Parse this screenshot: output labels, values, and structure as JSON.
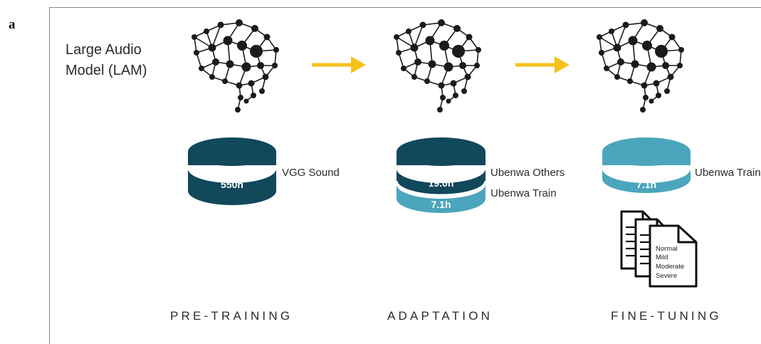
{
  "panel_letter": "a",
  "model_label": [
    "Large Audio",
    "Model (LAM)"
  ],
  "colors": {
    "dark_teal": "#11485a",
    "light_teal": "#4ba5bc",
    "arrow": "#f6c21c",
    "brain": "#1b1b1b"
  },
  "icons": [
    "brain-network-icon",
    "database-cylinder-icon",
    "document-stack-icon",
    "arrow-right-icon"
  ],
  "stages": [
    {
      "name": "PRE-TRAINING",
      "datasets": [
        {
          "hours": "550h",
          "label": "VGG Sound",
          "color": "dark"
        }
      ]
    },
    {
      "name": "ADAPTATION",
      "datasets": [
        {
          "hours": "19.0h",
          "label": "Ubenwa Others",
          "color": "dark"
        },
        {
          "hours": "7.1h",
          "label": "Ubenwa Train",
          "color": "light"
        }
      ]
    },
    {
      "name": "FINE-TUNING",
      "datasets": [
        {
          "hours": "7.1h",
          "label": "Ubenwa Train",
          "color": "light"
        }
      ],
      "document_classes": [
        "Normal",
        "Mild",
        "Moderate",
        "Severe"
      ]
    }
  ]
}
